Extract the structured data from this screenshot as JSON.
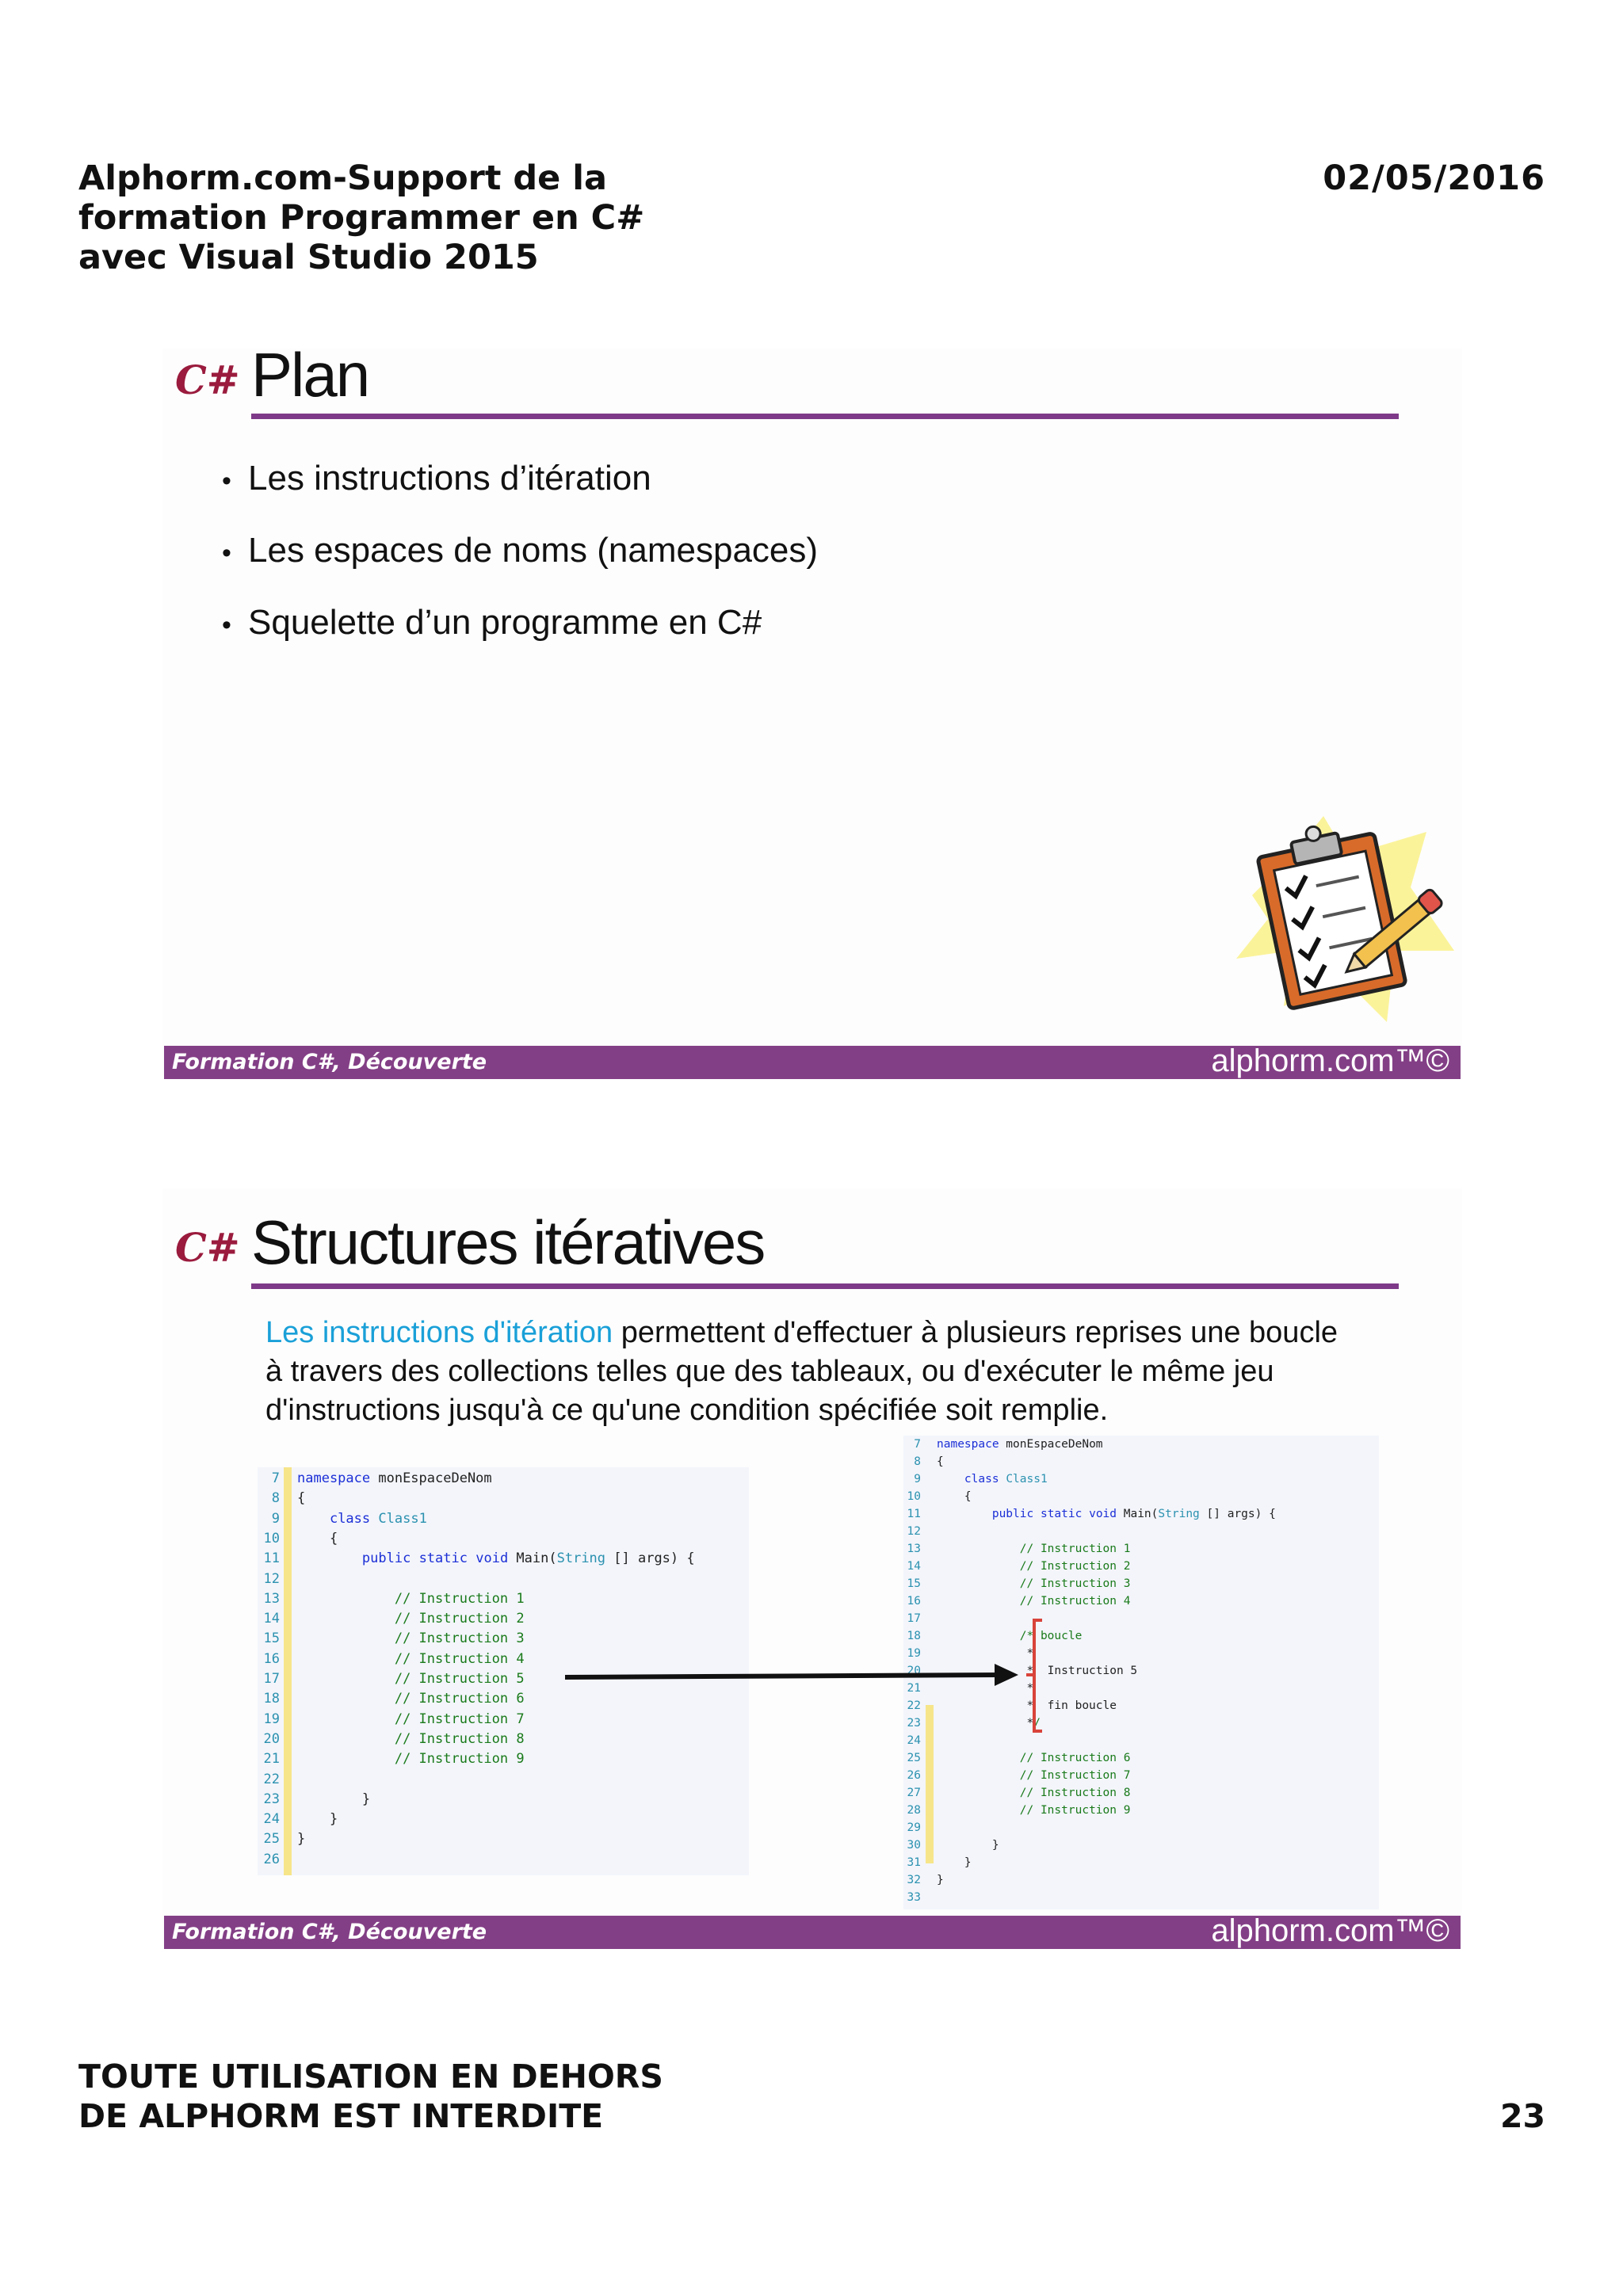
{
  "header": {
    "lines": [
      "Alphorm.com-Support de la",
      "formation Programmer en C#",
      "avec Visual Studio 2015"
    ],
    "date": "02/05/2016"
  },
  "footer": {
    "lines": [
      "TOUTE UTILISATION EN DEHORS",
      "DE ALPHORM EST INTERDITE"
    ],
    "page_number": "23"
  },
  "slide1": {
    "logo": "C#",
    "title": "Plan",
    "bullets": [
      "Les instructions d’itération",
      "Les espaces de noms (namespaces)",
      "Squelette d’un programme en C#"
    ],
    "footer_left": "Formation C#, Découverte",
    "footer_right": "alphorm.com™©"
  },
  "slide2": {
    "logo": "C#",
    "title": "Structures itératives",
    "intro_highlight": "Les instructions d'itération",
    "intro_line1_rest": " permettent d'effectuer à plusieurs reprises une boucle",
    "intro_line2": "à travers des collections telles que des tableaux, ou d'exécuter le même jeu",
    "intro_line3": "d'instructions jusqu'à ce qu'une condition spécifiée soit remplie.",
    "footer_left": "Formation C#, Découverte",
    "footer_right": "alphorm.com™©",
    "code_left": [
      {
        "n": "7",
        "t": "namespace monEspaceDeNom"
      },
      {
        "n": "8",
        "t": "{"
      },
      {
        "n": "9",
        "t": "    class Class1"
      },
      {
        "n": "10",
        "t": "    {"
      },
      {
        "n": "11",
        "t": "        public static void Main(String [] args) {"
      },
      {
        "n": "12",
        "t": ""
      },
      {
        "n": "13",
        "t": "            // Instruction 1"
      },
      {
        "n": "14",
        "t": "            // Instruction 2"
      },
      {
        "n": "15",
        "t": "            // Instruction 3"
      },
      {
        "n": "16",
        "t": "            // Instruction 4"
      },
      {
        "n": "17",
        "t": "            // Instruction 5"
      },
      {
        "n": "18",
        "t": "            // Instruction 6"
      },
      {
        "n": "19",
        "t": "            // Instruction 7"
      },
      {
        "n": "20",
        "t": "            // Instruction 8"
      },
      {
        "n": "21",
        "t": "            // Instruction 9"
      },
      {
        "n": "22",
        "t": ""
      },
      {
        "n": "23",
        "t": "        }"
      },
      {
        "n": "24",
        "t": "    }"
      },
      {
        "n": "25",
        "t": "}"
      },
      {
        "n": "26",
        "t": ""
      }
    ],
    "code_right": [
      {
        "n": "7",
        "t": "namespace monEspaceDeNom"
      },
      {
        "n": "8",
        "t": "{"
      },
      {
        "n": "9",
        "t": "    class Class1"
      },
      {
        "n": "10",
        "t": "    {"
      },
      {
        "n": "11",
        "t": "        public static void Main(String [] args) {"
      },
      {
        "n": "12",
        "t": ""
      },
      {
        "n": "13",
        "t": "            // Instruction 1"
      },
      {
        "n": "14",
        "t": "            // Instruction 2"
      },
      {
        "n": "15",
        "t": "            // Instruction 3"
      },
      {
        "n": "16",
        "t": "            // Instruction 4"
      },
      {
        "n": "17",
        "t": ""
      },
      {
        "n": "18",
        "t": "            /* boucle"
      },
      {
        "n": "19",
        "t": "             *"
      },
      {
        "n": "20",
        "t": "             *  Instruction 5"
      },
      {
        "n": "21",
        "t": "             *"
      },
      {
        "n": "22",
        "t": "             *  fin boucle"
      },
      {
        "n": "23",
        "t": "             */"
      },
      {
        "n": "24",
        "t": ""
      },
      {
        "n": "25",
        "t": "            // Instruction 6"
      },
      {
        "n": "26",
        "t": "            // Instruction 7"
      },
      {
        "n": "27",
        "t": "            // Instruction 8"
      },
      {
        "n": "28",
        "t": "            // Instruction 9"
      },
      {
        "n": "29",
        "t": ""
      },
      {
        "n": "30",
        "t": "        }"
      },
      {
        "n": "31",
        "t": "    }"
      },
      {
        "n": "32",
        "t": "}"
      },
      {
        "n": "33",
        "t": ""
      }
    ]
  },
  "colors": {
    "accent_purple": "#833f86",
    "highlight_blue": "#1aa0d8",
    "logo_red": "#9a1b3d"
  }
}
